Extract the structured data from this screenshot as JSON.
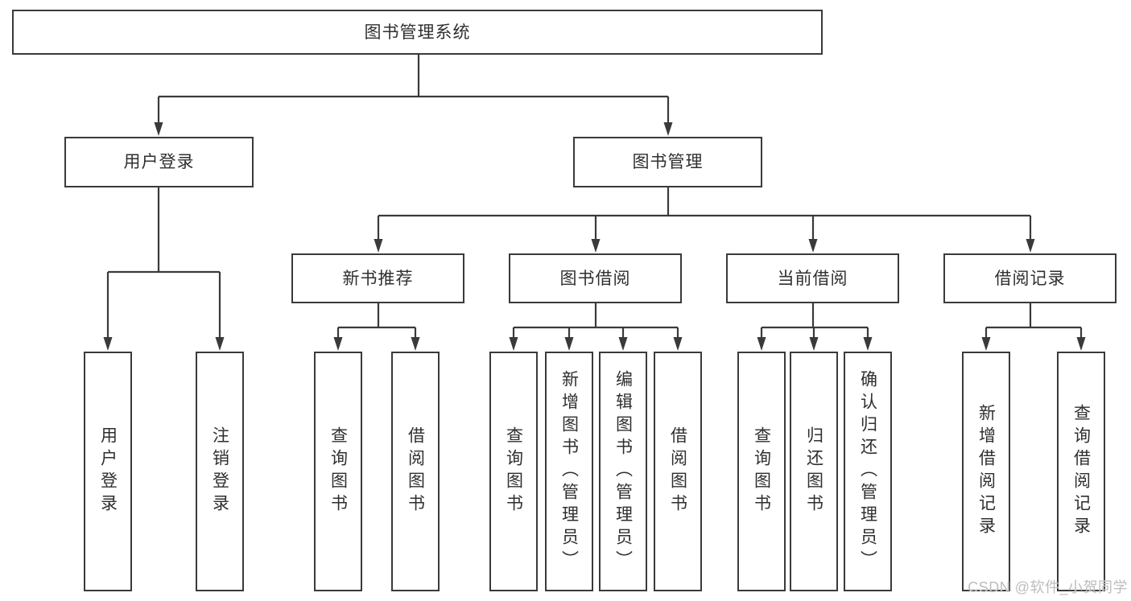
{
  "tree": {
    "label": "图书管理系统",
    "children": [
      {
        "label": "用户登录",
        "children": [
          {
            "label": "用户登录"
          },
          {
            "label": "注销登录"
          }
        ]
      },
      {
        "label": "图书管理",
        "children": [
          {
            "label": "新书推荐",
            "children": [
              {
                "label": "查询图书"
              },
              {
                "label": "借阅图书"
              }
            ]
          },
          {
            "label": "图书借阅",
            "children": [
              {
                "label": "查询图书"
              },
              {
                "label": "新增图书（管理员）"
              },
              {
                "label": "编辑图书（管理员）"
              },
              {
                "label": "借阅图书"
              }
            ]
          },
          {
            "label": "当前借阅",
            "children": [
              {
                "label": "查询图书"
              },
              {
                "label": "归还图书"
              },
              {
                "label": "确认归还（管理员）"
              }
            ]
          },
          {
            "label": "借阅记录",
            "children": [
              {
                "label": "新增借阅记录"
              },
              {
                "label": "查询借阅记录"
              }
            ]
          }
        ]
      }
    ]
  },
  "watermark": "CSDN @软件_小贺同学",
  "colors": {
    "line": "#3a3a3a",
    "text": "#2f2f2f",
    "watermark": "#bdbdbd",
    "background": "#ffffff"
  }
}
